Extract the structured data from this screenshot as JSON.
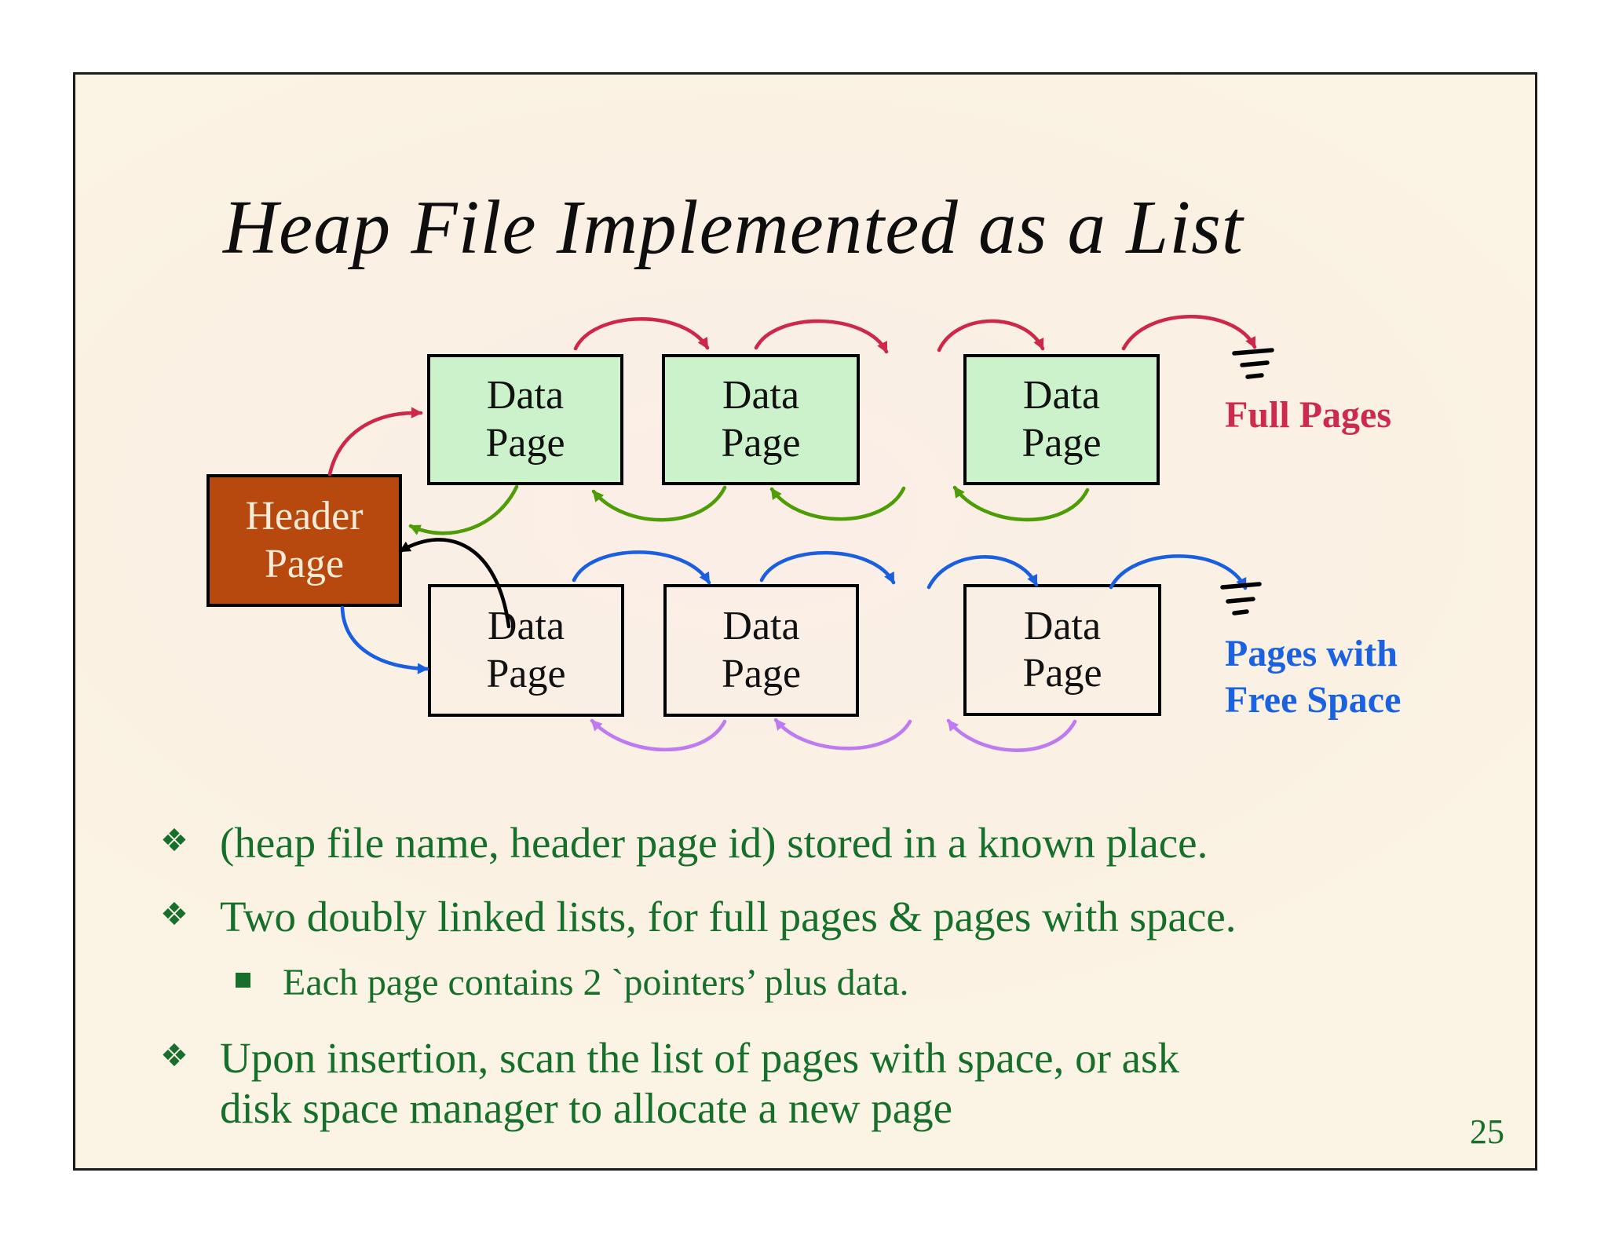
{
  "slide": {
    "title": "Heap File Implemented as a List",
    "page_number": "25",
    "diagram": {
      "header_box": {
        "label": "Header Page"
      },
      "data_page_label": "Data Page",
      "full_row": {
        "boxes": [
          "Data Page",
          "Data Page",
          "Data Page"
        ],
        "tag": "Full Pages"
      },
      "free_row": {
        "boxes": [
          "Data Page",
          "Data Page",
          "Data Page"
        ],
        "tag": "Pages with\nFree Space"
      },
      "icons": {
        "list_terminator": "ground-symbol",
        "bullet_marker": "four-diamond",
        "sub_bullet_marker": "small-square"
      }
    },
    "bullets": [
      {
        "marker": "❖",
        "text": "(heap file name, header page id) stored in a known place."
      },
      {
        "marker": "❖",
        "text": "Two doubly linked lists, for full pages & pages with space."
      },
      {
        "marker": "",
        "text": "Each page contains 2 `pointers’ plus data."
      },
      {
        "marker": "❖",
        "text": "Upon insertion, scan the list of pages with space, or ask\ndisk space manager to allocate a new page"
      }
    ],
    "colors": {
      "slide_background": "#fbf1e4",
      "header_box_fill": "#b8490e",
      "header_box_text": "#f6ecd7",
      "data_box_full_fill": "#ccf2cb",
      "full_forward_arrow": "#ce2749",
      "full_back_arrow": "#4e9c06",
      "free_forward_arrow": "#1a5fe0",
      "free_back_arrow": "#be7bf0",
      "back_to_header_arrow": "#000000",
      "full_tag_text": "#cd2b4e",
      "free_tag_text": "#1b62e0",
      "bullet_text": "#166f2b"
    }
  }
}
